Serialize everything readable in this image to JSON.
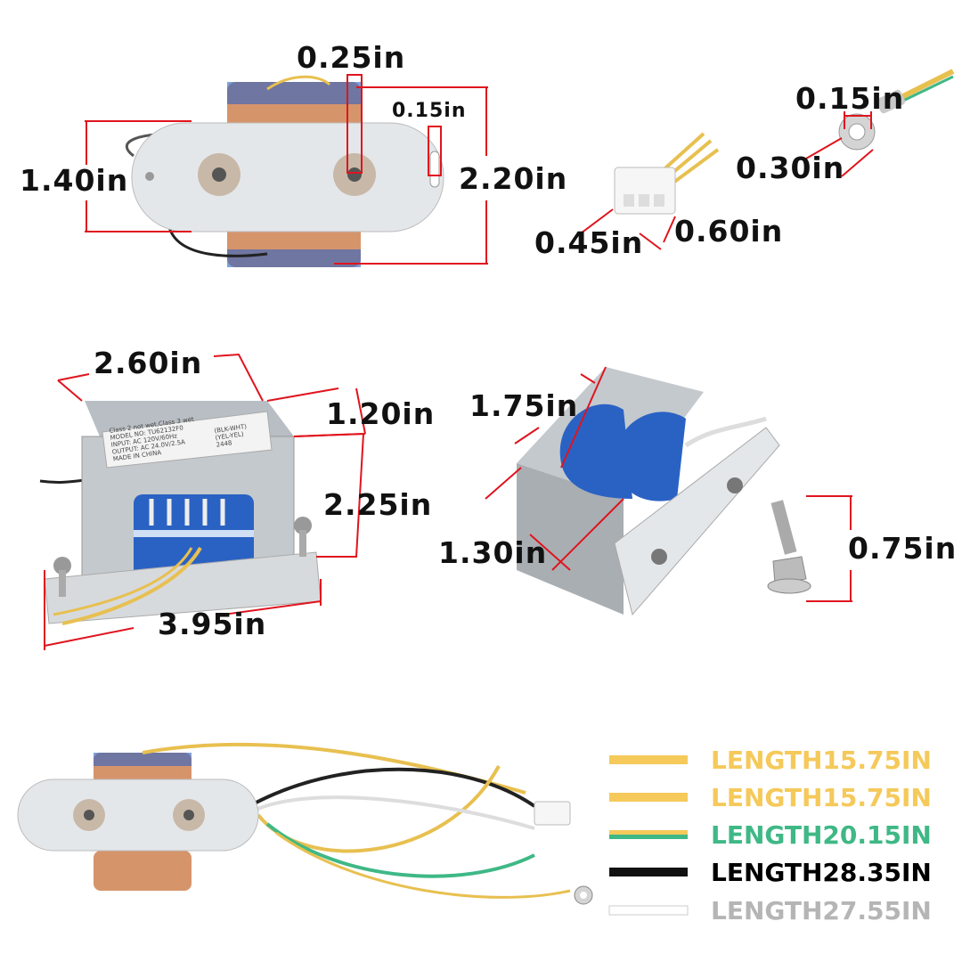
{
  "top_view": {
    "hole_spacing": "0.25in",
    "slot_width": "0.15in",
    "mount_height": "1.40in",
    "overall_height": "2.20in"
  },
  "connector": {
    "width": "0.45in",
    "depth": "0.60in"
  },
  "ring_terminal": {
    "inner": "0.15in",
    "outer": "0.30in"
  },
  "front_view": {
    "depth": "2.60in",
    "top_width": "1.20in",
    "height": "2.25in",
    "base_length": "3.95in",
    "label": {
      "line1": "Class 2 not wet,Class 3 wet",
      "line2": "MODEL NO: TU62132F0",
      "line3": "INPUT:  AC 120V/60Hz",
      "line4": "OUTPUT:  AC 24.0V/2.5A",
      "line5": "MADE IN CHINA",
      "right1": "(BLK-WHT)",
      "right2": "(YEL-YEL)",
      "right3": "2448"
    }
  },
  "side_view": {
    "coil_width": "1.75in",
    "core_height": "1.30in"
  },
  "screw": {
    "length": "0.75in"
  },
  "legend": [
    {
      "text": "LENGTH15.75IN",
      "color": "#f5c95a",
      "wire": "yellow"
    },
    {
      "text": "LENGTH15.75IN",
      "color": "#f5c95a",
      "wire": "yellow"
    },
    {
      "text": "LENGTH20.15IN",
      "color": "#3fb886",
      "wire": "green-yellow"
    },
    {
      "text": "LENGTH28.35IN",
      "color": "#000000",
      "wire": "black"
    },
    {
      "text": "LENGTH27.55IN",
      "color": "#b5b5b5",
      "wire": "white"
    }
  ],
  "colors": {
    "dimension_line": "#e0141e",
    "coil": "#2a62c4",
    "copper": "#d6946b",
    "steel": "#c8cdd2"
  }
}
